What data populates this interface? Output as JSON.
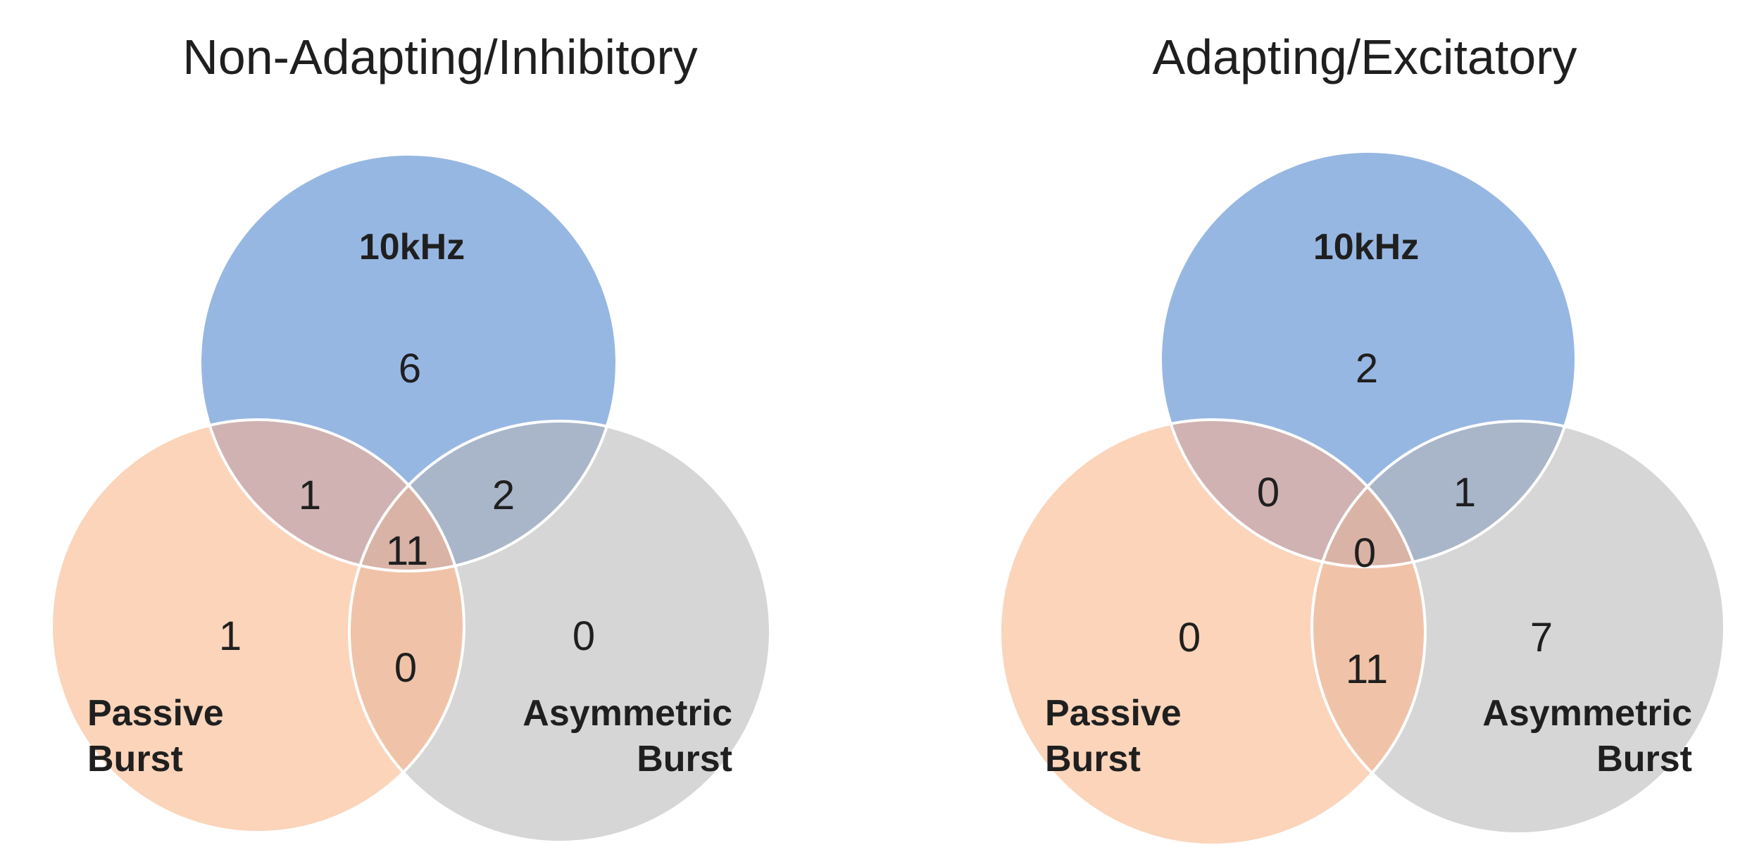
{
  "figure": {
    "background": "#ffffff",
    "text_color": "#1f1f1f",
    "circle_outline": "#ffffff"
  },
  "overlap_colors": {
    "top_bottom_left": "#D0B2B2",
    "top_bottom_right": "#A9B6C9",
    "bottom_left_bottom_right": "#F0C3A8",
    "all_three": "#D9B3A6"
  },
  "diagrams": [
    {
      "title": "Non-Adapting/Inhibitory",
      "sets": {
        "top": {
          "label": "10kHz",
          "color": "#97B7E3"
        },
        "bottom_left": {
          "label": "Passive Burst",
          "label_line1": "Passive",
          "label_line2": "Burst",
          "color": "#FBD4BA"
        },
        "bottom_right": {
          "label": "Asymmetric Burst",
          "label_line1": "Asymmetric",
          "label_line2": "Burst",
          "color": "#D7D6D7"
        }
      },
      "counts": {
        "top_only": "6",
        "top_and_bottom_left": "1",
        "top_and_bottom_right": "2",
        "all_three": "11",
        "bottom_left_only": "1",
        "bottom_left_and_bottom_right": "0",
        "bottom_right_only": "0"
      }
    },
    {
      "title": "Adapting/Excitatory",
      "sets": {
        "top": {
          "label": "10kHz",
          "color": "#97B7E3"
        },
        "bottom_left": {
          "label": "Passive Burst",
          "label_line1": "Passive",
          "label_line2": "Burst",
          "color": "#FBD4BA"
        },
        "bottom_right": {
          "label": "Asymmetric Burst",
          "label_line1": "Asymmetric",
          "label_line2": "Burst",
          "color": "#D7D6D7"
        }
      },
      "counts": {
        "top_only": "2",
        "top_and_bottom_left": "0",
        "top_and_bottom_right": "1",
        "all_three": "0",
        "bottom_left_only": "0",
        "bottom_left_and_bottom_right": "11",
        "bottom_right_only": "7"
      }
    }
  ]
}
